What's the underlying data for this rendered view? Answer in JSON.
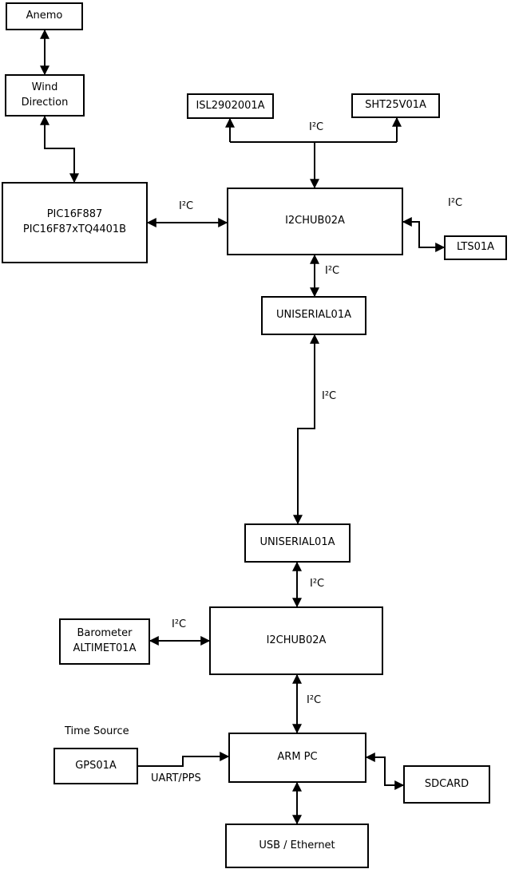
{
  "diagram": {
    "nodes": {
      "anemo": {
        "line1": "Anemo"
      },
      "wind_direction": {
        "line1": "Wind",
        "line2": "Direction"
      },
      "pic": {
        "line1": "PIC16F887",
        "line2": "PIC16F87xTQ4401B"
      },
      "isl": {
        "line1": "ISL2902001A"
      },
      "sht": {
        "line1": "SHT25V01A"
      },
      "i2chub_top": {
        "line1": "I2CHUB02A"
      },
      "lts": {
        "line1": "LTS01A"
      },
      "uniserial_top": {
        "line1": "UNISERIAL01A"
      },
      "uniserial_bottom": {
        "line1": "UNISERIAL01A"
      },
      "i2chub_bottom": {
        "line1": "I2CHUB02A"
      },
      "barometer": {
        "line1": "Barometer",
        "line2": "ALTIMET01A"
      },
      "gps": {
        "line1": "GPS01A"
      },
      "arm_pc": {
        "line1": "ARM PC"
      },
      "sdcard": {
        "line1": "SDCARD"
      },
      "usb_ethernet": {
        "line1": "USB / Ethernet"
      }
    },
    "edge_labels": {
      "sensor_bus": "I²C",
      "pic_bus": "I²C",
      "lts_bus": "I²C",
      "hub1_serial": "I²C",
      "serial_link": "I²C",
      "serial2_hub2": "I²C",
      "baro_bus": "I²C",
      "hub2_arm": "I²C",
      "gps_uart": "UART/PPS",
      "time_source": "Time Source"
    },
    "colors": {
      "line": "#000000",
      "box_fill": "#ffffff",
      "background": "#ffffff"
    }
  }
}
